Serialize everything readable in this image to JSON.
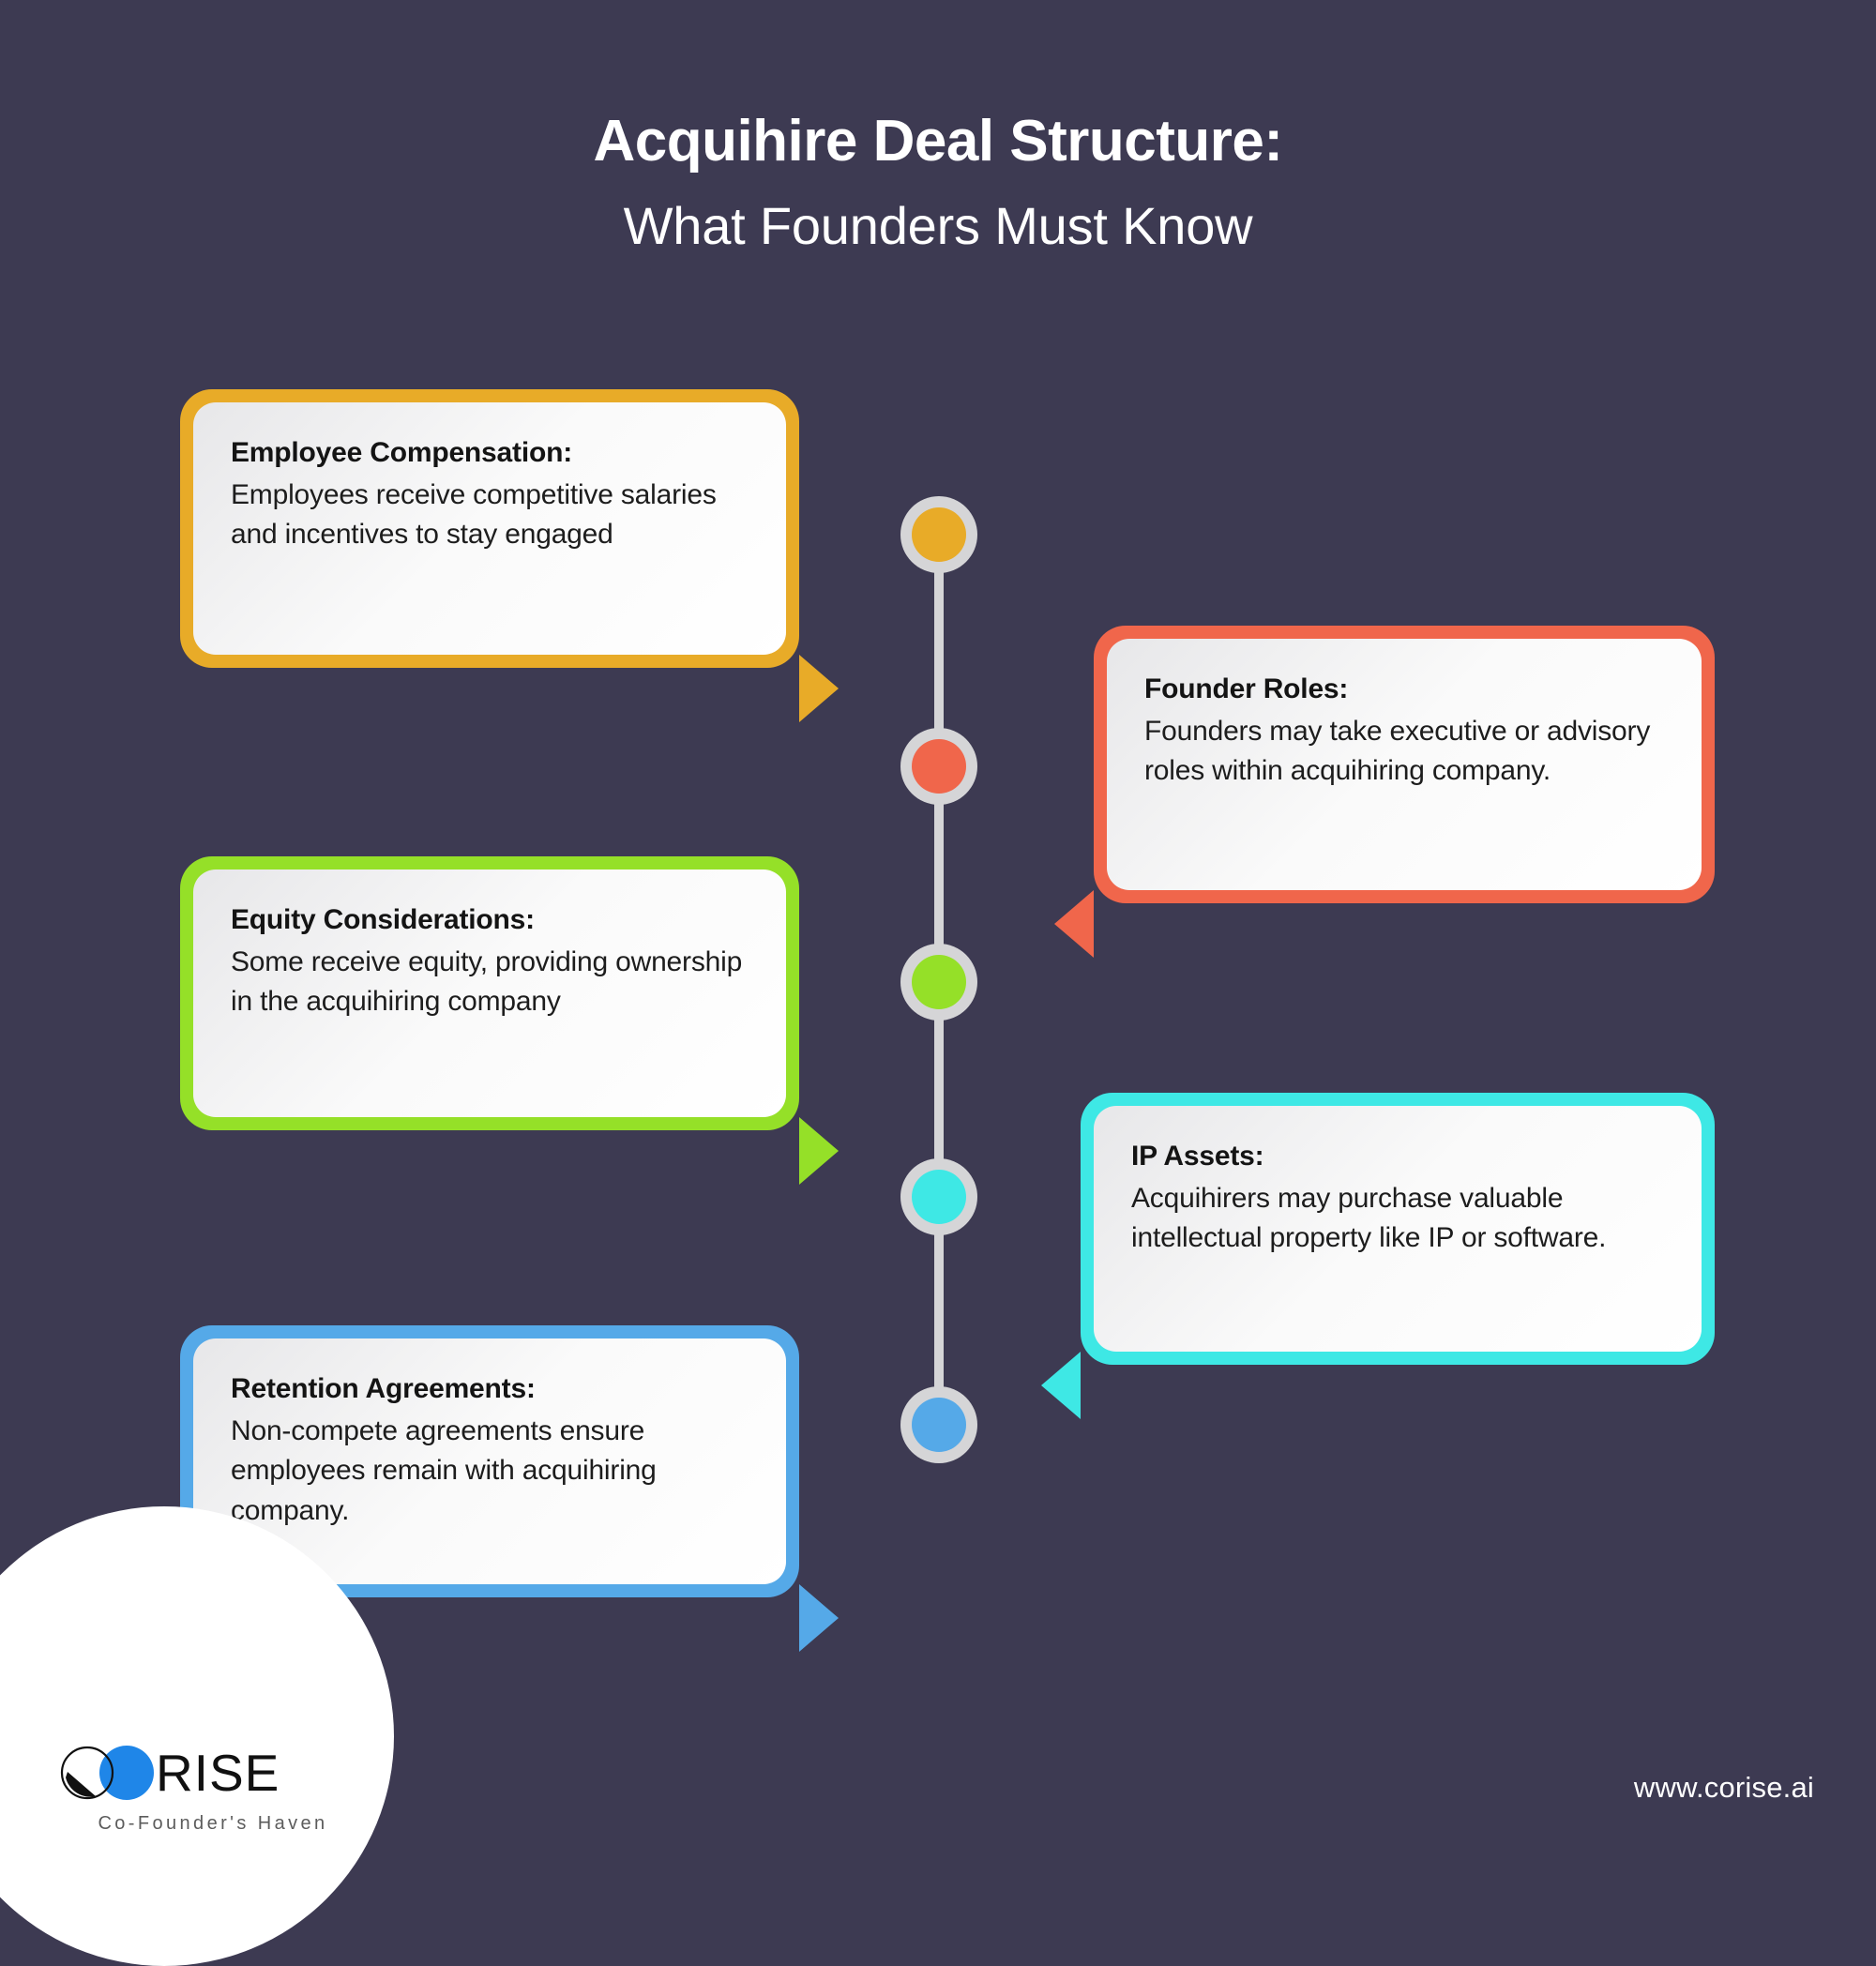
{
  "background_color": "#3d3a52",
  "header": {
    "title": "Acquihire Deal Structure:",
    "subtitle": "What Founders Must Know"
  },
  "timeline": {
    "dots": [
      {
        "name": "employee-compensation",
        "color": "#e8ab28",
        "ring_color": "#d5d5d7"
      },
      {
        "name": "founder-roles",
        "color": "#f0664b",
        "ring_color": "#d5d5d7"
      },
      {
        "name": "equity-considerations",
        "color": "#95e028",
        "ring_color": "#d5d5d7"
      },
      {
        "name": "ip-assets",
        "color": "#3ee8e5",
        "ring_color": "#d5d5d7"
      },
      {
        "name": "retention-agreements",
        "color": "#55a9e8",
        "ring_color": "#d5d5d7"
      }
    ]
  },
  "cards": [
    {
      "id": "employee-compensation",
      "heading": "Employee Compensation:",
      "body": "Employees receive competitive salaries and incentives to stay engaged",
      "color": "#e8ab28",
      "side": "left"
    },
    {
      "id": "founder-roles",
      "heading": "Founder Roles:",
      "body": "Founders may take executive or advisory roles within acquihiring company.",
      "color": "#f0664b",
      "side": "right"
    },
    {
      "id": "equity-considerations",
      "heading": "Equity Considerations:",
      "body": "Some receive equity, providing ownership in the acquihiring company",
      "color": "#95e028",
      "side": "left"
    },
    {
      "id": "ip-assets",
      "heading": "IP Assets:",
      "body": "Acquihirers may purchase valuable intellectual property like IP or software.",
      "color": "#3ee8e5",
      "side": "right"
    },
    {
      "id": "retention-agreements",
      "heading": "Retention Agreements:",
      "body": "Non-compete agreements ensure employees remain with acquihiring company.",
      "color": "#55a9e8",
      "side": "left"
    }
  ],
  "footer": {
    "logo_text": "RISE",
    "logo_tagline": "Co-Founder's Haven",
    "logo_accent_color": "#1f86e8",
    "website": "www.corise.ai"
  }
}
